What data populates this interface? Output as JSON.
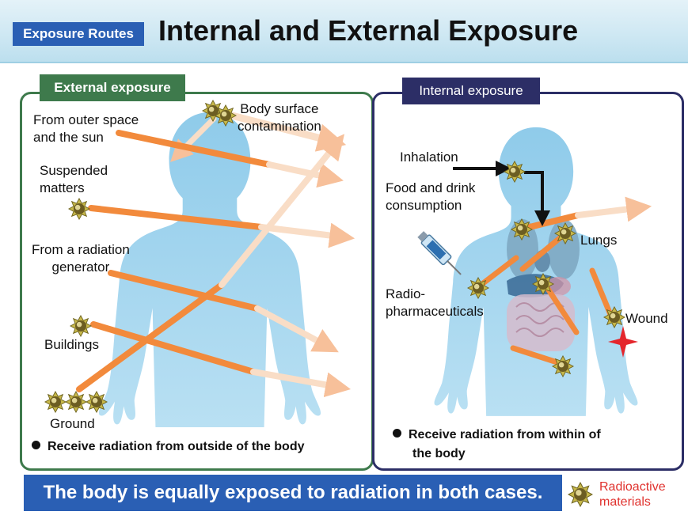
{
  "header": {
    "tag": "Exposure Routes",
    "title": "Internal and External Exposure"
  },
  "external": {
    "title": "External exposure",
    "labels": {
      "space": [
        "From outer space",
        "and the sun"
      ],
      "body_surface": [
        "Body surface",
        "contamination"
      ],
      "suspended": [
        "Suspended",
        "matters"
      ],
      "generator": [
        "From a radiation",
        "generator"
      ],
      "buildings": "Buildings",
      "ground": "Ground"
    },
    "note": "Receive radiation from outside of the body"
  },
  "internal": {
    "title": "Internal exposure",
    "labels": {
      "inhalation": "Inhalation",
      "food": [
        "Food and drink",
        "consumption"
      ],
      "lungs": "Lungs",
      "radio": [
        "Radio-",
        "pharmaceuticals"
      ],
      "wound": "Wound"
    },
    "note": [
      "Receive radiation from within of",
      "the body"
    ]
  },
  "banner": "The body is equally exposed to radiation in both cases.",
  "legend": [
    "Radioactive",
    "materials"
  ],
  "colors": {
    "header_tag": "#2a5fb4",
    "external_accent": "#3e7a4c",
    "internal_accent": "#2c2e66",
    "arrow": "#f28a3c",
    "body": "#a9d6ee",
    "legend_text": "#e0322e",
    "wound": "#e4262c"
  },
  "icons": {
    "radioactive": "radioactive-material-icon",
    "syringe": "syringe-icon",
    "wound": "wound-star-icon"
  }
}
